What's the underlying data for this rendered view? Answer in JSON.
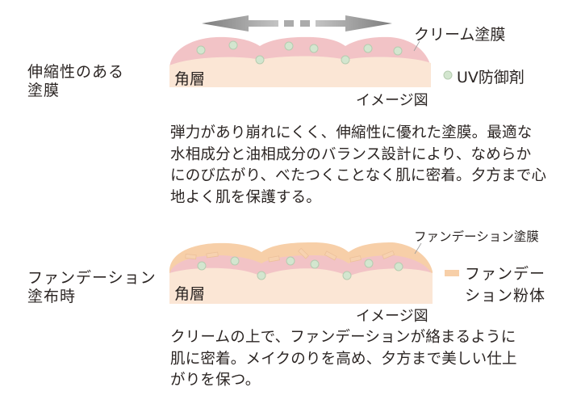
{
  "colors": {
    "skin": "#fbe6d5",
    "cream_film": "#f2c3c6",
    "uv_agent": "#d3e6cf",
    "uv_agent_stroke": "#b5ccb0",
    "foundation": "#f7cfa8",
    "arrow": "#8c8c8c",
    "text": "#2b2523"
  },
  "section1": {
    "side_label": [
      "伸縮性のある",
      "塗膜"
    ],
    "skin_label": "角層",
    "film_label": "クリーム塗膜",
    "legend_uv": "UV防御剤",
    "image_caption": "イメージ図",
    "paragraph": [
      "弾力があり崩れにくく、伸縮性に優れた塗膜。最適な",
      "水相成分と油相成分のバランス設計により、なめらか",
      "にのび広がり、べたつくことなく肌に密着。夕方まで心",
      "地よく肌を保護する。"
    ]
  },
  "section2": {
    "side_label": [
      "ファンデーション",
      "塗布時"
    ],
    "skin_label": "角層",
    "film_label": "ファンデーション塗膜",
    "legend_powder": [
      "ファンデー",
      "ション粉体"
    ],
    "image_caption": "イメージ図",
    "paragraph": [
      "クリームの上で、ファンデーションが絡まるように",
      "肌に密着。メイクのりを高め、夕方まで美しい仕上",
      "がりを保つ。"
    ]
  }
}
